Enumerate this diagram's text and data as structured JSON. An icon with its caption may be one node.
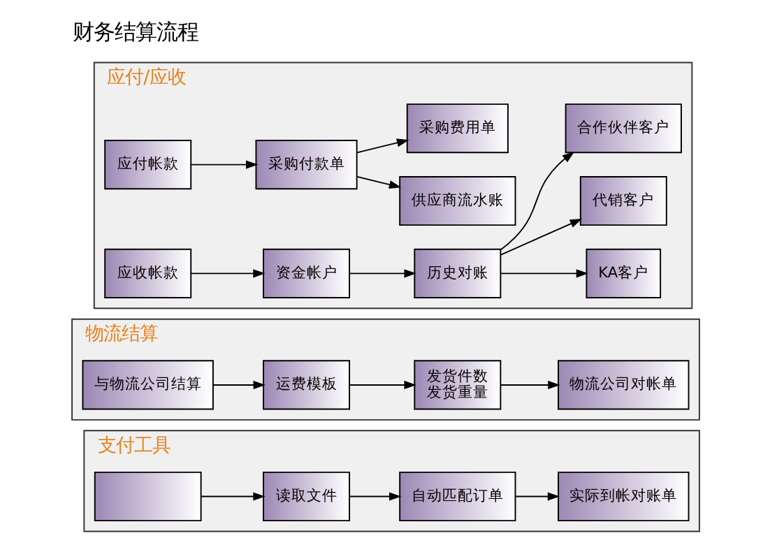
{
  "diagram": {
    "title": "财务结算流程",
    "nodes": [
      {
        "text": [
          "应付/应收"
        ]
      },
      {
        "text": [
          "物流结算"
        ]
      },
      {
        "text": [
          "支付工具"
        ]
      },
      {
        "text": [
          "应付帐款"
        ],
        "in": 0
      },
      {
        "text": [
          "采购付款单"
        ],
        "in": 0
      },
      {
        "text": [
          "供应商流水账"
        ],
        "in": 0
      },
      {
        "text": [
          "采购费用单"
        ],
        "in": 0
      },
      {
        "text": [
          "应收帐款"
        ],
        "in": 0
      },
      {
        "text": [
          "资金帐户"
        ],
        "in": 0
      },
      {
        "text": [
          "历史对账"
        ],
        "in": 0
      },
      {
        "text": [
          "KA客户"
        ],
        "in": 0
      },
      {
        "text": [
          "代销客户"
        ],
        "in": 0
      },
      {
        "text": [
          "合作伙伴客户"
        ],
        "in": 0
      },
      {
        "text": [
          "与物流公司结算"
        ],
        "in": 1
      },
      {
        "text": [
          "运费模板"
        ],
        "in": 1
      },
      {
        "text": [
          "发货件数",
          "发货重量"
        ],
        "in": 1
      },
      {
        "text": [
          "物流公司对帐单"
        ],
        "in": 1
      },
      {
        "text": [],
        "shape": "box",
        "in": 2
      },
      {
        "text": [
          "读取文件"
        ],
        "in": 2
      },
      {
        "text": [
          "自动匹配订单"
        ],
        "in": 2
      },
      {
        "text": [
          "实际到帐对账单"
        ],
        "in": 2
      }
    ],
    "edges": [
      {
        "from": 3,
        "to": 4,
        "arrow": "to"
      },
      {
        "from": 4,
        "to": 5,
        "arrow": "to"
      },
      {
        "from": 4,
        "to": 6,
        "arrow": "to"
      },
      {
        "from": 7,
        "to": 8,
        "arrow": "to"
      },
      {
        "from": 8,
        "to": 9,
        "arrow": "to"
      },
      {
        "from": 9,
        "to": 10,
        "arrow": "to"
      },
      {
        "from": 9,
        "to": 11,
        "arrow": "to"
      },
      {
        "from": 9,
        "to": 12,
        "arrow": "to"
      },
      {
        "from": 13,
        "to": 14,
        "arrow": "to"
      },
      {
        "from": 14,
        "to": 15,
        "arrow": "to"
      },
      {
        "from": 15,
        "to": 16,
        "arrow": "to"
      },
      {
        "from": 17,
        "to": 18,
        "arrow": "to"
      },
      {
        "from": 18,
        "to": 19,
        "arrow": "to"
      },
      {
        "from": 19,
        "to": 20,
        "arrow": "to"
      }
    ]
  }
}
